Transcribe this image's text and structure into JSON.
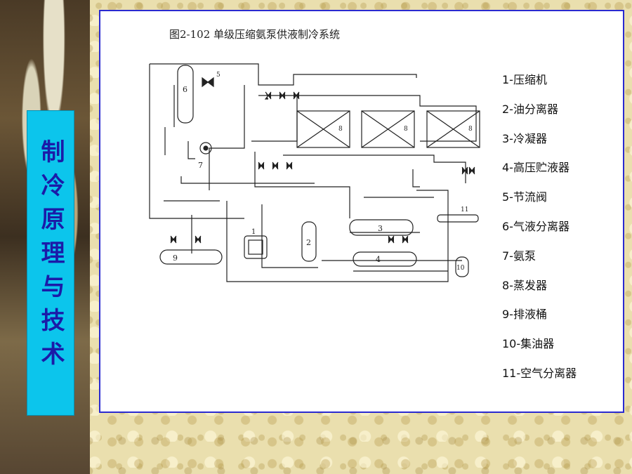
{
  "slide": {
    "side_title": "制冷原理与技术"
  },
  "figure": {
    "title": "图2-102  单级压缩氨泵供液制冷系统",
    "component_numbers": [
      "1",
      "2",
      "3",
      "4",
      "5",
      "6",
      "7",
      "8",
      "9",
      "10",
      "11"
    ],
    "legend": [
      "1-压缩机",
      "2-油分离器",
      "3-冷凝器",
      "4-高压贮液器",
      "5-节流阀",
      "6-气液分离器",
      "7-氨泵",
      "8-蒸发器",
      "9-排液桶",
      "10-集油器",
      "11-空气分离器"
    ]
  },
  "colors": {
    "side_bar": "#0cc5ec",
    "side_title_text": "#1b1ba8",
    "panel_border": "#2a2ad0",
    "background": "#eadfae"
  }
}
